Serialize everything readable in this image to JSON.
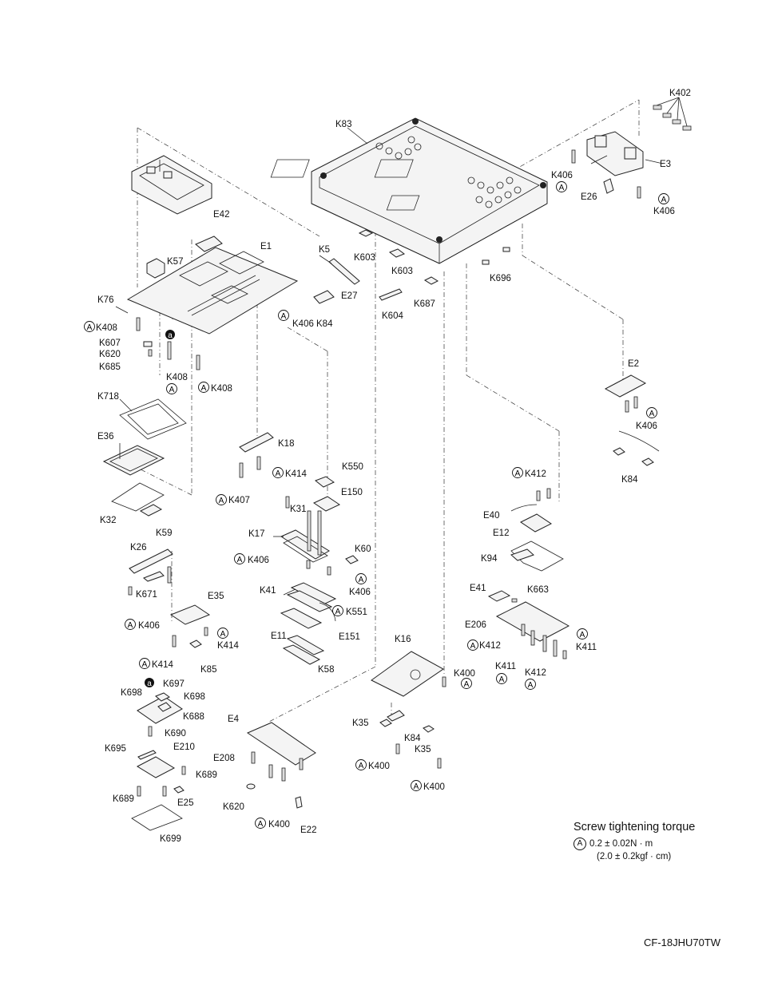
{
  "labels": {
    "K402": "K402",
    "K83": "K83",
    "E3": "E3",
    "K406": "K406",
    "E26": "E26",
    "E42": "E42",
    "E1": "E1",
    "K5": "K5",
    "K57": "K57",
    "K603": "K603",
    "K76": "K76",
    "E27": "E27",
    "K408": "K408",
    "K84": "K84",
    "K604": "K604",
    "K687": "K687",
    "K696": "K696",
    "K607": "K607",
    "K620": "K620",
    "K685": "K685",
    "E2": "E2",
    "K718": "K718",
    "E36": "E36",
    "K18": "K18",
    "K550": "K550",
    "K414": "K414",
    "K407": "K407",
    "E150": "E150",
    "K32": "K32",
    "K59": "K59",
    "K31": "K31",
    "K412": "K412",
    "E40": "E40",
    "E12": "E12",
    "K17": "K17",
    "K60": "K60",
    "K26": "K26",
    "K94": "K94",
    "K671": "K671",
    "K41": "K41",
    "E35": "E35",
    "K551": "K551",
    "E41": "E41",
    "K663": "K663",
    "E206": "E206",
    "E11": "E11",
    "E151": "E151",
    "K411": "K411",
    "K85": "K85",
    "K58": "K58",
    "K16": "K16",
    "K400": "K400",
    "K698": "K698",
    "K697": "K697",
    "K688": "K688",
    "K690": "K690",
    "E4": "E4",
    "K35": "K35",
    "K695": "K695",
    "E210": "E210",
    "E208": "E208",
    "K689": "K689",
    "E25": "E25",
    "K699": "K699",
    "E22": "E22",
    "a": "a",
    "A": "A"
  },
  "torque": {
    "title": "Screw tightening torque",
    "mark": "A",
    "line1": "0.2 ± 0.02N · m",
    "line2": "(2.0 ± 0.2kgf · cm)"
  },
  "model_code": "CF-18JHU70TW"
}
